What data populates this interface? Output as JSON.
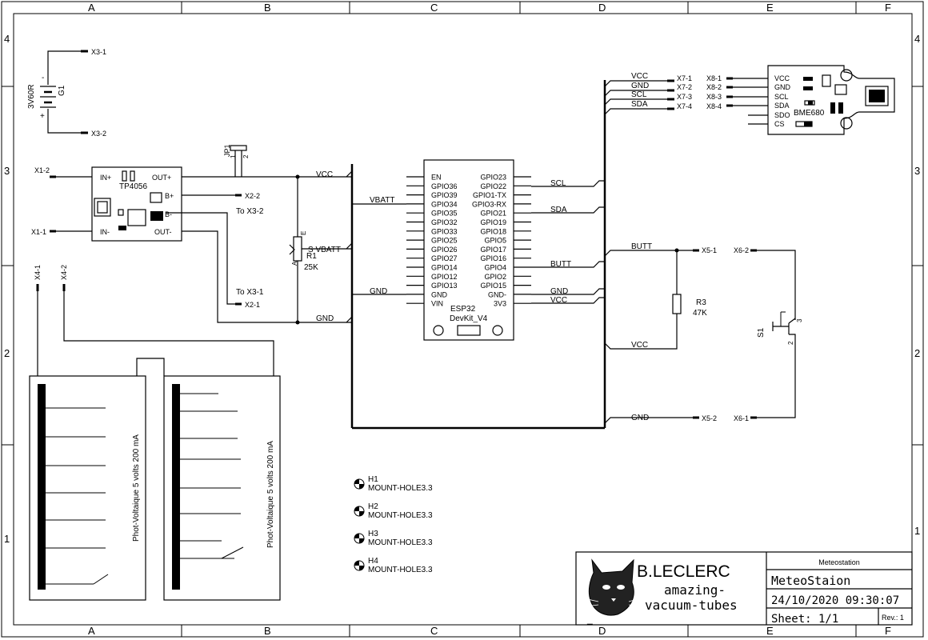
{
  "frame": {
    "columns": [
      "A",
      "B",
      "C",
      "D",
      "E",
      "F"
    ],
    "rows": [
      "4",
      "3",
      "2",
      "1"
    ]
  },
  "battery": {
    "ref": "G1",
    "value": "3V60R",
    "minus": "-",
    "plus": "+",
    "conn_top": "X3-1",
    "conn_bottom": "X3-2"
  },
  "jumper": {
    "ref": "JP1",
    "pin1": "1",
    "pin2": "2"
  },
  "charger": {
    "ref": "TP4056",
    "pins": {
      "in_plus": "IN+",
      "in_minus": "IN-",
      "out_plus": "OUT+",
      "out_minus": "OUT-",
      "b_plus": "B+",
      "b_minus": "B-"
    },
    "conn_in_plus": "X1-2",
    "conn_in_minus": "X1-1",
    "conn_b_plus": "X2-2",
    "conn_b_minus": "X2-1",
    "note_b_plus": "To X3-2",
    "note_b_minus": "To X3-1"
  },
  "pot": {
    "ref": "R1",
    "value": "25K",
    "pin_a": "A",
    "pin_e": "E",
    "pin_s": "S"
  },
  "nets": {
    "vcc": "VCC",
    "gnd": "GND",
    "vbatt": "VBATT",
    "scl": "SCL",
    "sda": "SDA",
    "butt": "BUTT",
    "s_vbatt": "S VBATT"
  },
  "esp32": {
    "name": "ESP32",
    "model": "DevKit_V4",
    "left_pins": [
      "EN",
      "GPIO36",
      "GPIO39",
      "GPIO34",
      "GPIO35",
      "GPIO32",
      "GPIO33",
      "GPIO25",
      "GPIO26",
      "GPIO27",
      "GPIO14",
      "GPIO12",
      "GPIO13",
      "GND",
      "VIN"
    ],
    "right_pins": [
      "GPIO23",
      "GPIO22",
      "GPIO1-TX",
      "GPIO3-RX",
      "GPIO21",
      "GPIO19",
      "GPIO18",
      "GPIO5",
      "GPIO17",
      "GPIO16",
      "GPIO4",
      "GPIO2",
      "GPIO15",
      "GND-",
      "3V3"
    ]
  },
  "x7": {
    "pins": [
      "X7-1",
      "X7-2",
      "X7-3",
      "X7-4"
    ],
    "labels": [
      "VCC",
      "GND",
      "SCL",
      "SDA"
    ]
  },
  "x8": {
    "pins": [
      "X8-1",
      "X8-2",
      "X8-3",
      "X8-4"
    ]
  },
  "bme": {
    "ref": "BME680",
    "pins": [
      "VCC",
      "GND",
      "SCL",
      "SDA",
      "SDO",
      "CS"
    ]
  },
  "resistor": {
    "ref": "R3",
    "value": "47K"
  },
  "switch": {
    "ref": "S1",
    "pin2": "2",
    "pin3": "3",
    "conn_top": "X6-2",
    "conn_bottom": "X6-1"
  },
  "x5": {
    "top": "X5-1",
    "bottom": "X5-2"
  },
  "x4": {
    "a": "X4-1",
    "b": "X4-2"
  },
  "panels": {
    "label_left": "Phot-Voltaique 5 volts 200 mA",
    "label_right": "Phot-Voltaique 5 volts 200 mA"
  },
  "mount_holes": [
    {
      "ref": "H1",
      "value": "MOUNT-HOLE3.3"
    },
    {
      "ref": "H2",
      "value": "MOUNT-HOLE3.3"
    },
    {
      "ref": "H3",
      "value": "MOUNT-HOLE3.3"
    },
    {
      "ref": "H4",
      "value": "MOUNT-HOLE3.3"
    }
  ],
  "title_block": {
    "author": "B.LECLERC",
    "tagline1": "amazing-",
    "tagline2": "vacuum-tubes",
    "project_small": "Meteostation",
    "project": "MeteoStaion",
    "datetime": "24/10/2020 09:30:07",
    "sheet": "Sheet: 1/1",
    "rev": "Rev.: 1",
    "mark": "_"
  }
}
